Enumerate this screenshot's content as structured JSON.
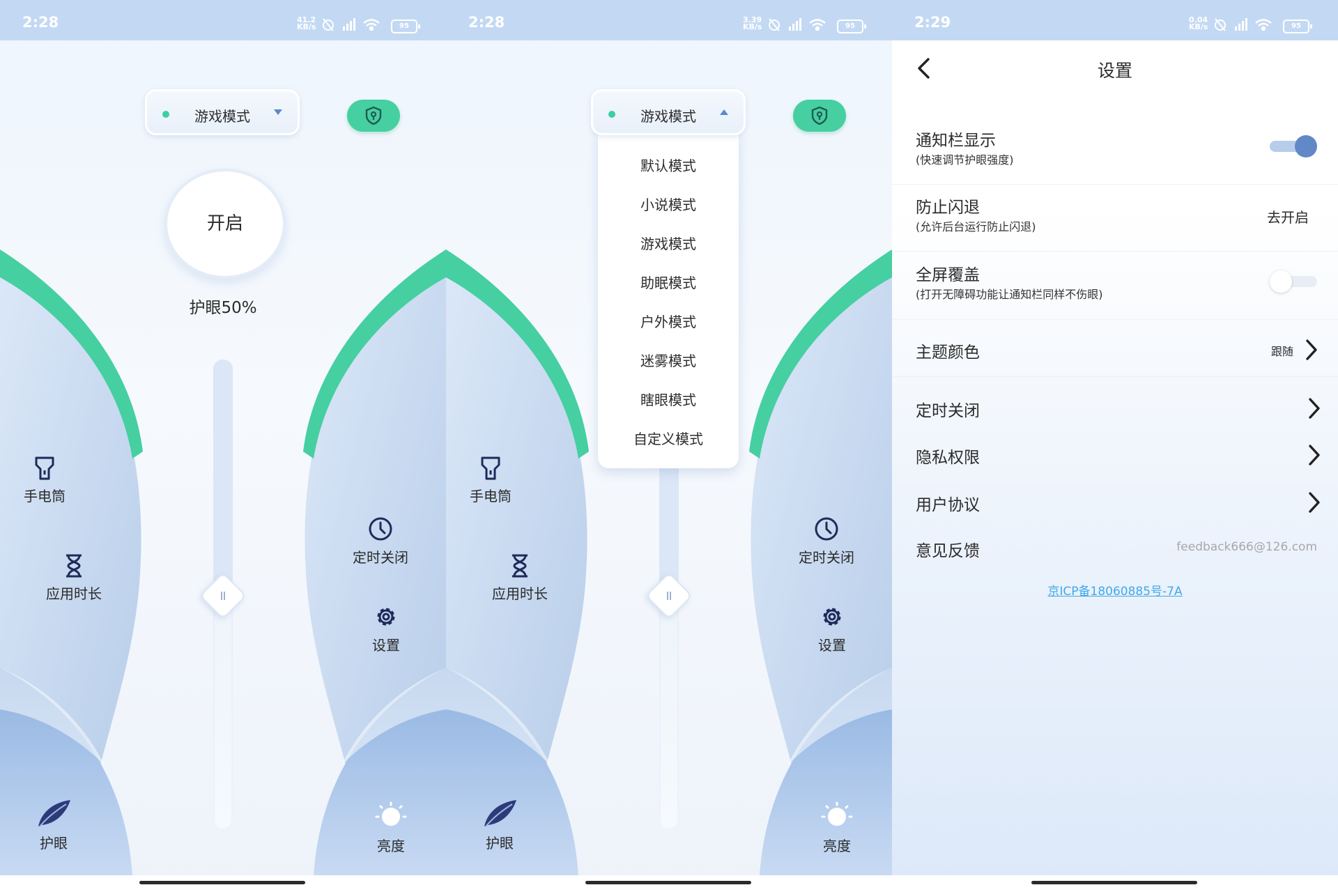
{
  "colors": {
    "accent_green": "#46cfa1",
    "accent_blue": "#6189c8",
    "statusbar_bg": "#c3d9f3",
    "link": "#3fa9ea"
  },
  "screens": [
    {
      "status": {
        "time": "2:28",
        "netspeed_value": "41.2",
        "netspeed_unit": "KB/s",
        "battery": "95"
      },
      "mode": {
        "selected": "游戏模式",
        "caret_icon": "chevron-down-icon"
      },
      "shield_icon": "shield-keyhole-icon",
      "power_label": "开启",
      "eye_level": "护眼50%",
      "slider_value_pct": 50,
      "tools": {
        "flashlight": "手电筒",
        "app_time": "应用时长",
        "timer_off": "定时关闭",
        "settings": "设置",
        "eye_protect": "护眼",
        "brightness": "亮度"
      }
    },
    {
      "status": {
        "time": "2:28",
        "netspeed_value": "3.39",
        "netspeed_unit": "KB/s",
        "battery": "95"
      },
      "mode": {
        "selected": "游戏模式",
        "caret_icon": "chevron-up-icon"
      },
      "shield_icon": "shield-keyhole-icon",
      "dropdown_options": [
        "默认模式",
        "小说模式",
        "游戏模式",
        "助眠模式",
        "户外模式",
        "迷雾模式",
        "瞎眼模式",
        "自定义模式"
      ],
      "slider_value_pct": 50,
      "tools": {
        "flashlight": "手电筒",
        "app_time": "应用时长",
        "timer_off": "定时关闭",
        "settings": "设置",
        "eye_protect": "护眼",
        "brightness": "亮度"
      }
    },
    {
      "status": {
        "time": "2:29",
        "netspeed_value": "0.04",
        "netspeed_unit": "KB/s",
        "battery": "95"
      },
      "title": "设置",
      "rows": {
        "notification": {
          "title": "通知栏显示",
          "subtitle": "(快速调节护眼强度)",
          "enabled": true
        },
        "anti_crash": {
          "title": "防止闪退",
          "subtitle": "(允许后台运行防止闪退)",
          "action": "去开启"
        },
        "fullscreen": {
          "title": "全屏覆盖",
          "subtitle": "(打开无障碍功能让通知栏同样不伤眼)",
          "enabled": false
        },
        "theme": {
          "title": "主题颜色",
          "value": "跟随"
        },
        "timer_off": {
          "title": "定时关闭"
        },
        "privacy": {
          "title": "隐私权限"
        },
        "agreement": {
          "title": "用户协议"
        },
        "feedback": {
          "title": "意见反馈",
          "value": "feedback666@126.com"
        }
      },
      "icp": "京ICP备18060885号-7A"
    }
  ]
}
